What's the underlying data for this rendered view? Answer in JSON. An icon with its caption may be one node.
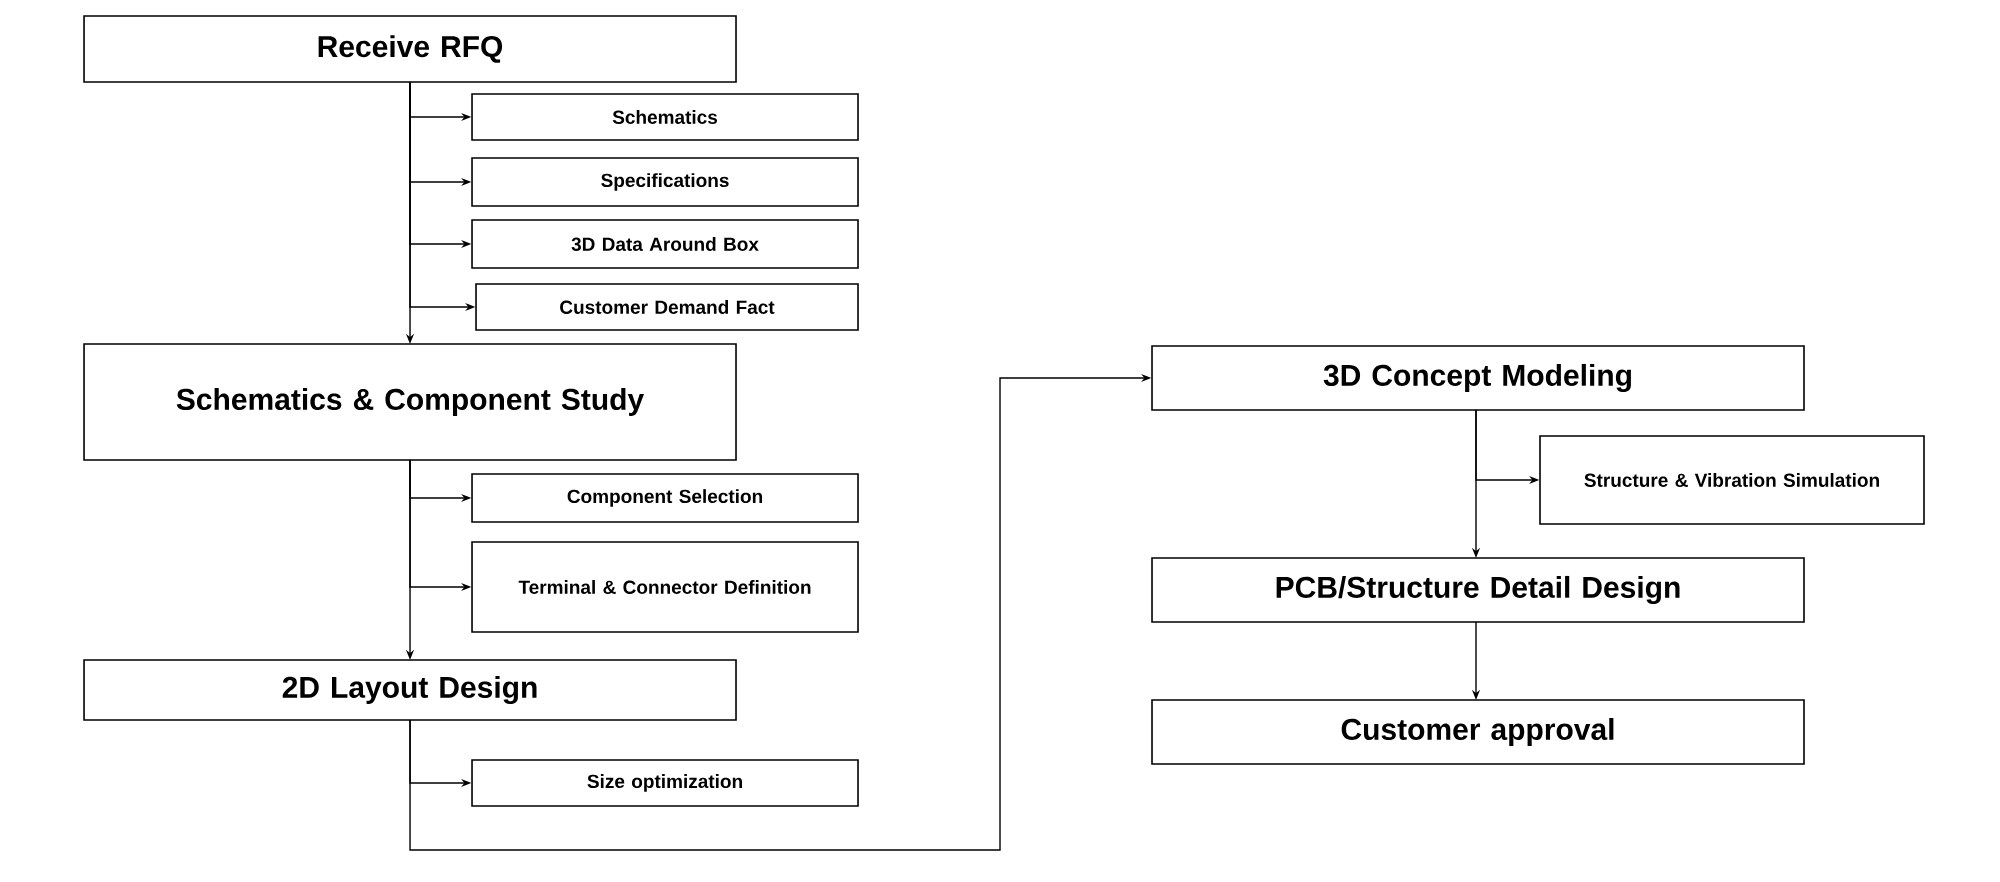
{
  "diagram": {
    "nodes": [
      {
        "text": [
          "Receive RFQ"
        ]
      },
      {
        "text": [
          "Schematics"
        ]
      },
      {
        "text": [
          "Specifications"
        ]
      },
      {
        "text": [
          "3D Data Around Box"
        ]
      },
      {
        "text": [
          "Customer Demand Fact"
        ]
      },
      {
        "text": [
          "Schematics & Component Study"
        ]
      },
      {
        "text": [
          "Component Selection"
        ]
      },
      {
        "text": [
          "Terminal & Connector Definition"
        ]
      },
      {
        "text": [
          "2D Layout Design"
        ]
      },
      {
        "text": [
          "Size optimization"
        ]
      },
      {
        "text": [
          "3D Concept Modeling"
        ]
      },
      {
        "text": [
          "Structure & Vibration Simulation"
        ]
      },
      {
        "text": [
          "PCB/Structure Detail Design"
        ]
      },
      {
        "text": [
          "Customer approval"
        ]
      }
    ],
    "edges": [
      {
        "from": 0,
        "to": 1,
        "arrow": "to"
      },
      {
        "from": 0,
        "to": 2,
        "arrow": "to"
      },
      {
        "from": 0,
        "to": 3,
        "arrow": "to"
      },
      {
        "from": 0,
        "to": 4,
        "arrow": "to"
      },
      {
        "from": 0,
        "to": 5,
        "arrow": "to"
      },
      {
        "from": 5,
        "to": 6,
        "arrow": "to"
      },
      {
        "from": 5,
        "to": 7,
        "arrow": "to"
      },
      {
        "from": 5,
        "to": 8,
        "arrow": "to"
      },
      {
        "from": 8,
        "to": 9,
        "arrow": "to"
      },
      {
        "from": 8,
        "to": 10,
        "arrow": "to"
      },
      {
        "from": 10,
        "to": 11,
        "arrow": "to"
      },
      {
        "from": 10,
        "to": 12,
        "arrow": "to"
      },
      {
        "from": 12,
        "to": 13,
        "arrow": "to"
      }
    ]
  }
}
